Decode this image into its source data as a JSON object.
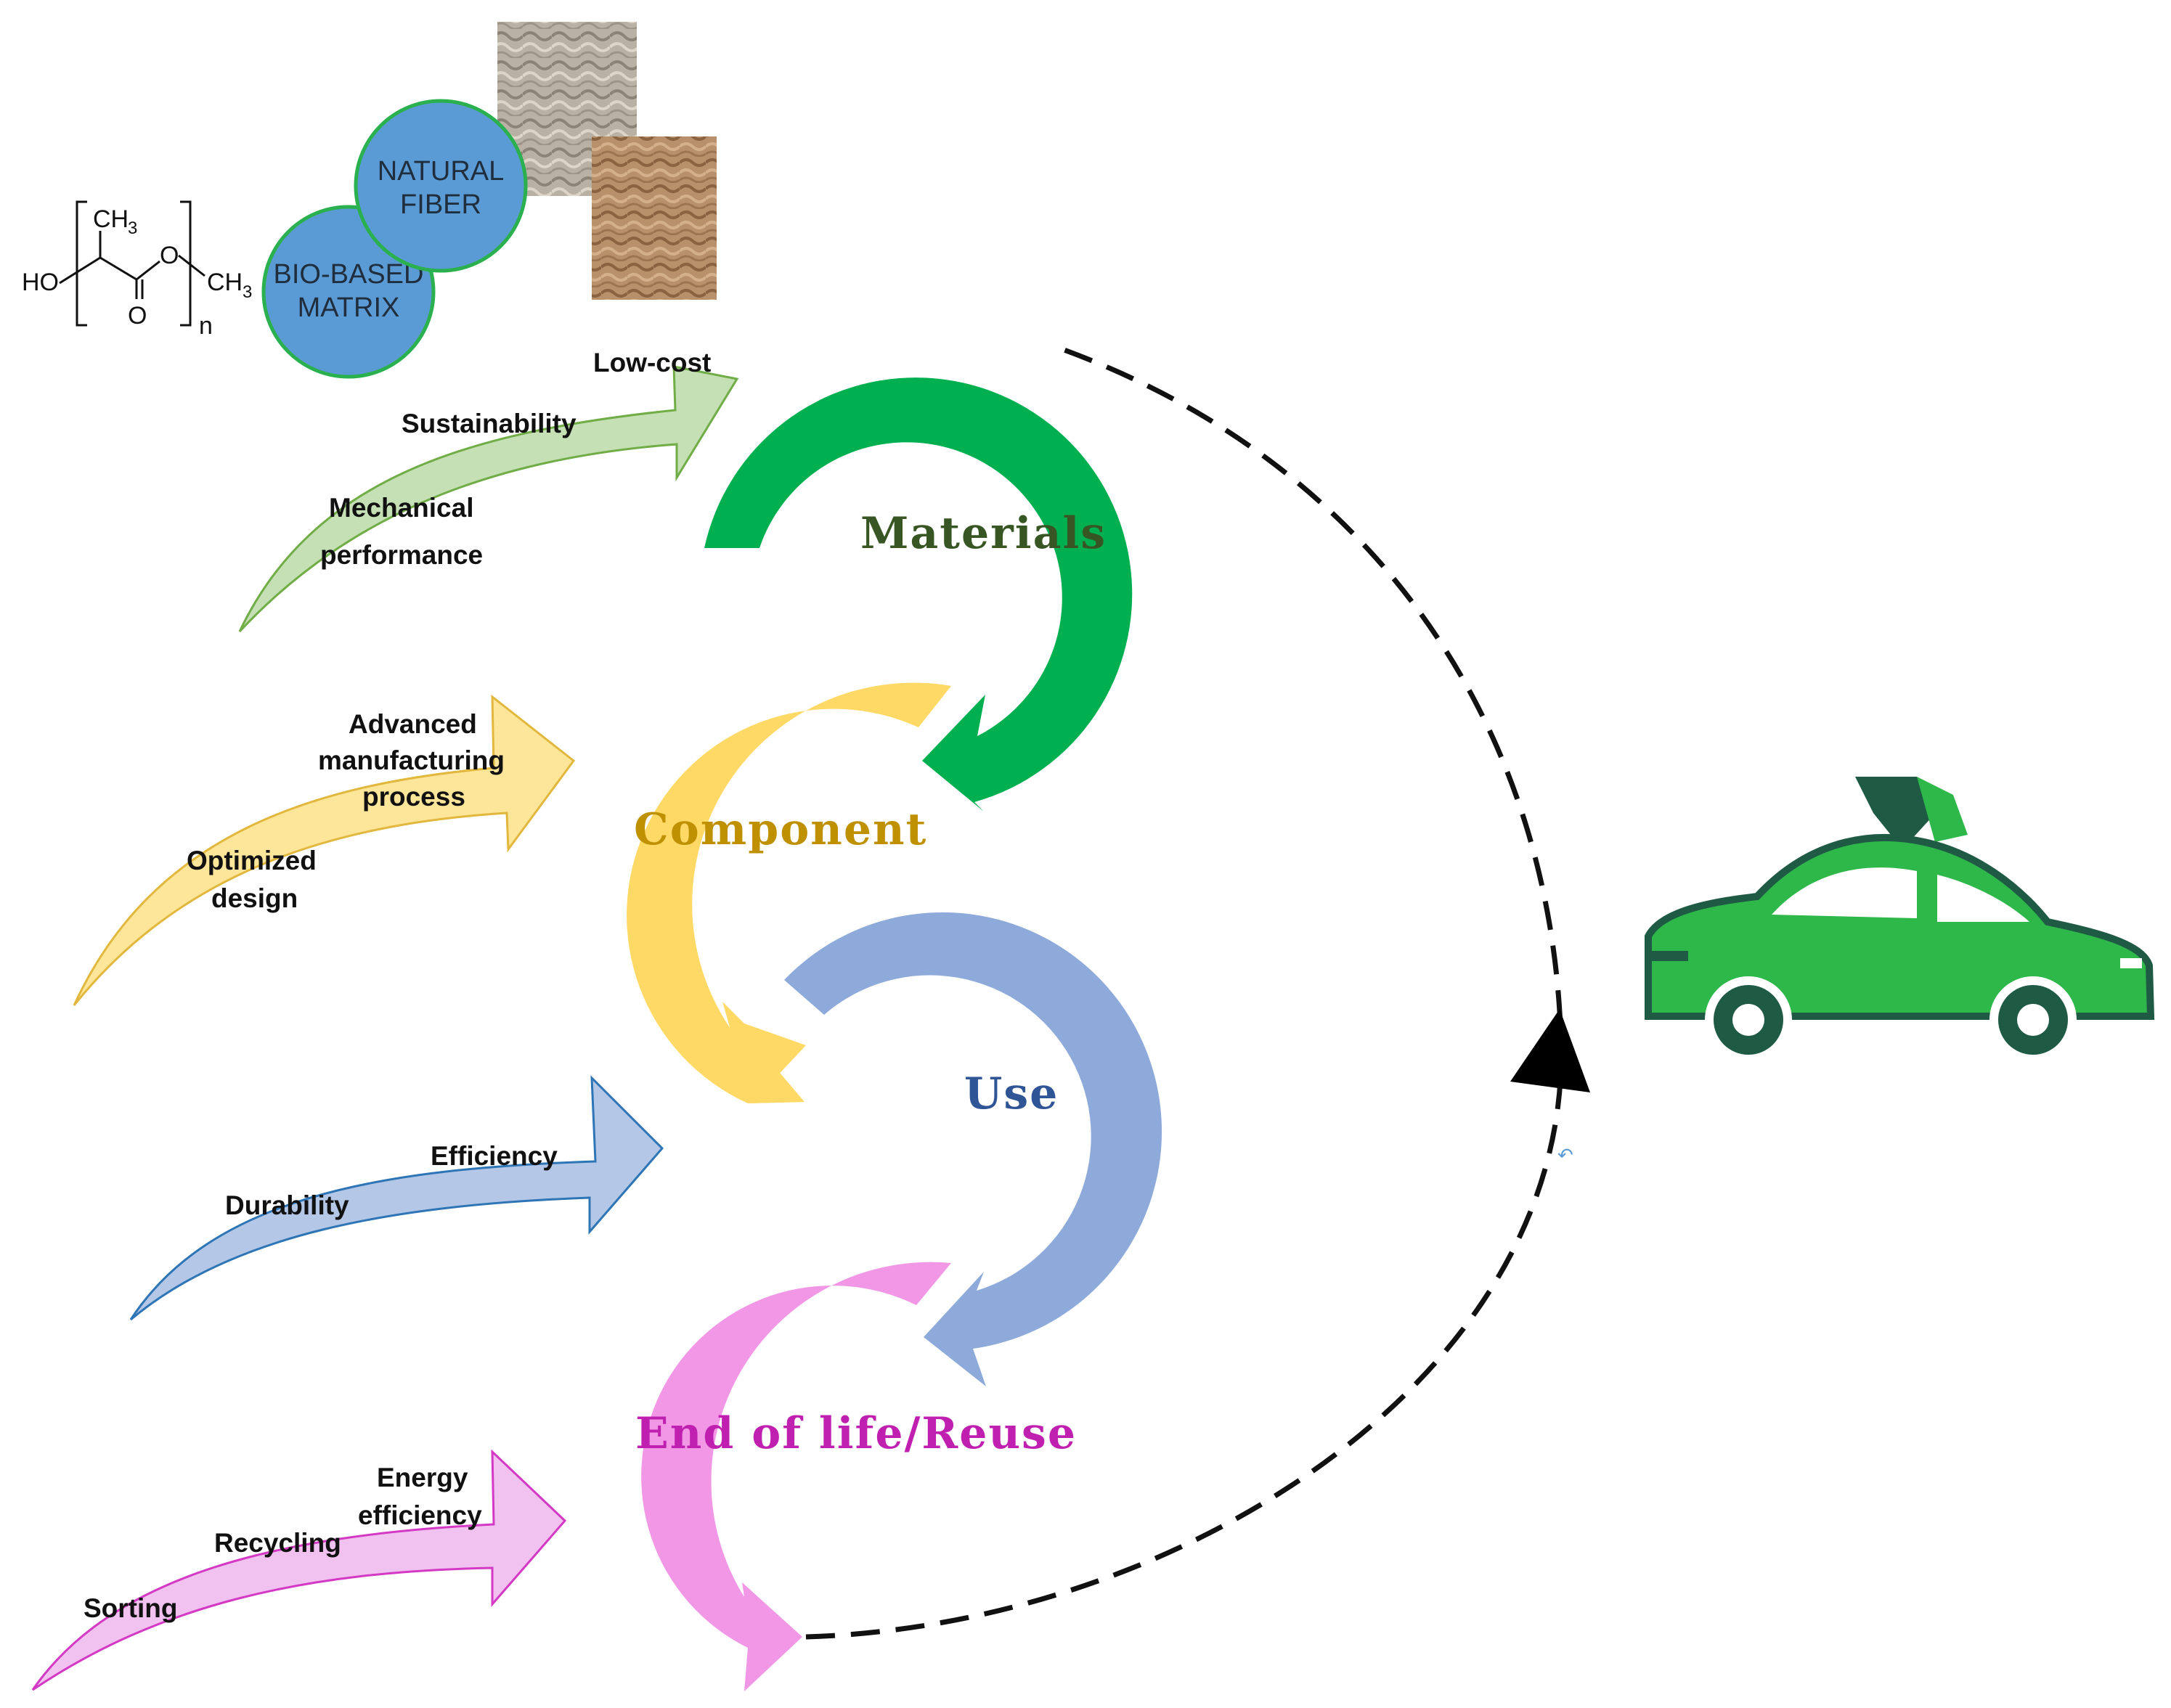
{
  "chemistry": {
    "ho": "HO",
    "methyl_top": "CH",
    "methyl_top_sub": "3",
    "ester_o": "O",
    "methyl_end": "CH",
    "methyl_end_sub": "3",
    "carbonyl_o": "O",
    "repeat_n": "n"
  },
  "circles": {
    "natural_fiber": [
      "NATURAL",
      "FIBER"
    ],
    "bio_based_matrix": [
      "BIO-BASED",
      "MATRIX"
    ]
  },
  "stages": {
    "materials": {
      "title": "Materials",
      "color": "#00b050",
      "text_color": "#375623"
    },
    "component": {
      "title": "Component",
      "color": "#ffd966",
      "text_color": "#bf9000"
    },
    "use": {
      "title": "Use",
      "color": "#8eaadb",
      "text_color": "#2f5597"
    },
    "end_of_life": {
      "title": "End of life/Reuse",
      "color": "#f197e6",
      "text_color": "#c020b0"
    }
  },
  "drivers": {
    "materials": [
      "Low-cost",
      "Sustainability",
      "Mechanical",
      "performance"
    ],
    "component": [
      "Advanced",
      "manufacturing",
      "process",
      "Optimized",
      "design"
    ],
    "use": [
      "Efficiency",
      "Durability"
    ],
    "end_of_life": [
      "Energy",
      "efficiency",
      "Recycling",
      "Sorting"
    ]
  },
  "icons": {
    "car": "recycling-car-icon",
    "fiber_photos": "natural-fiber-photo"
  }
}
